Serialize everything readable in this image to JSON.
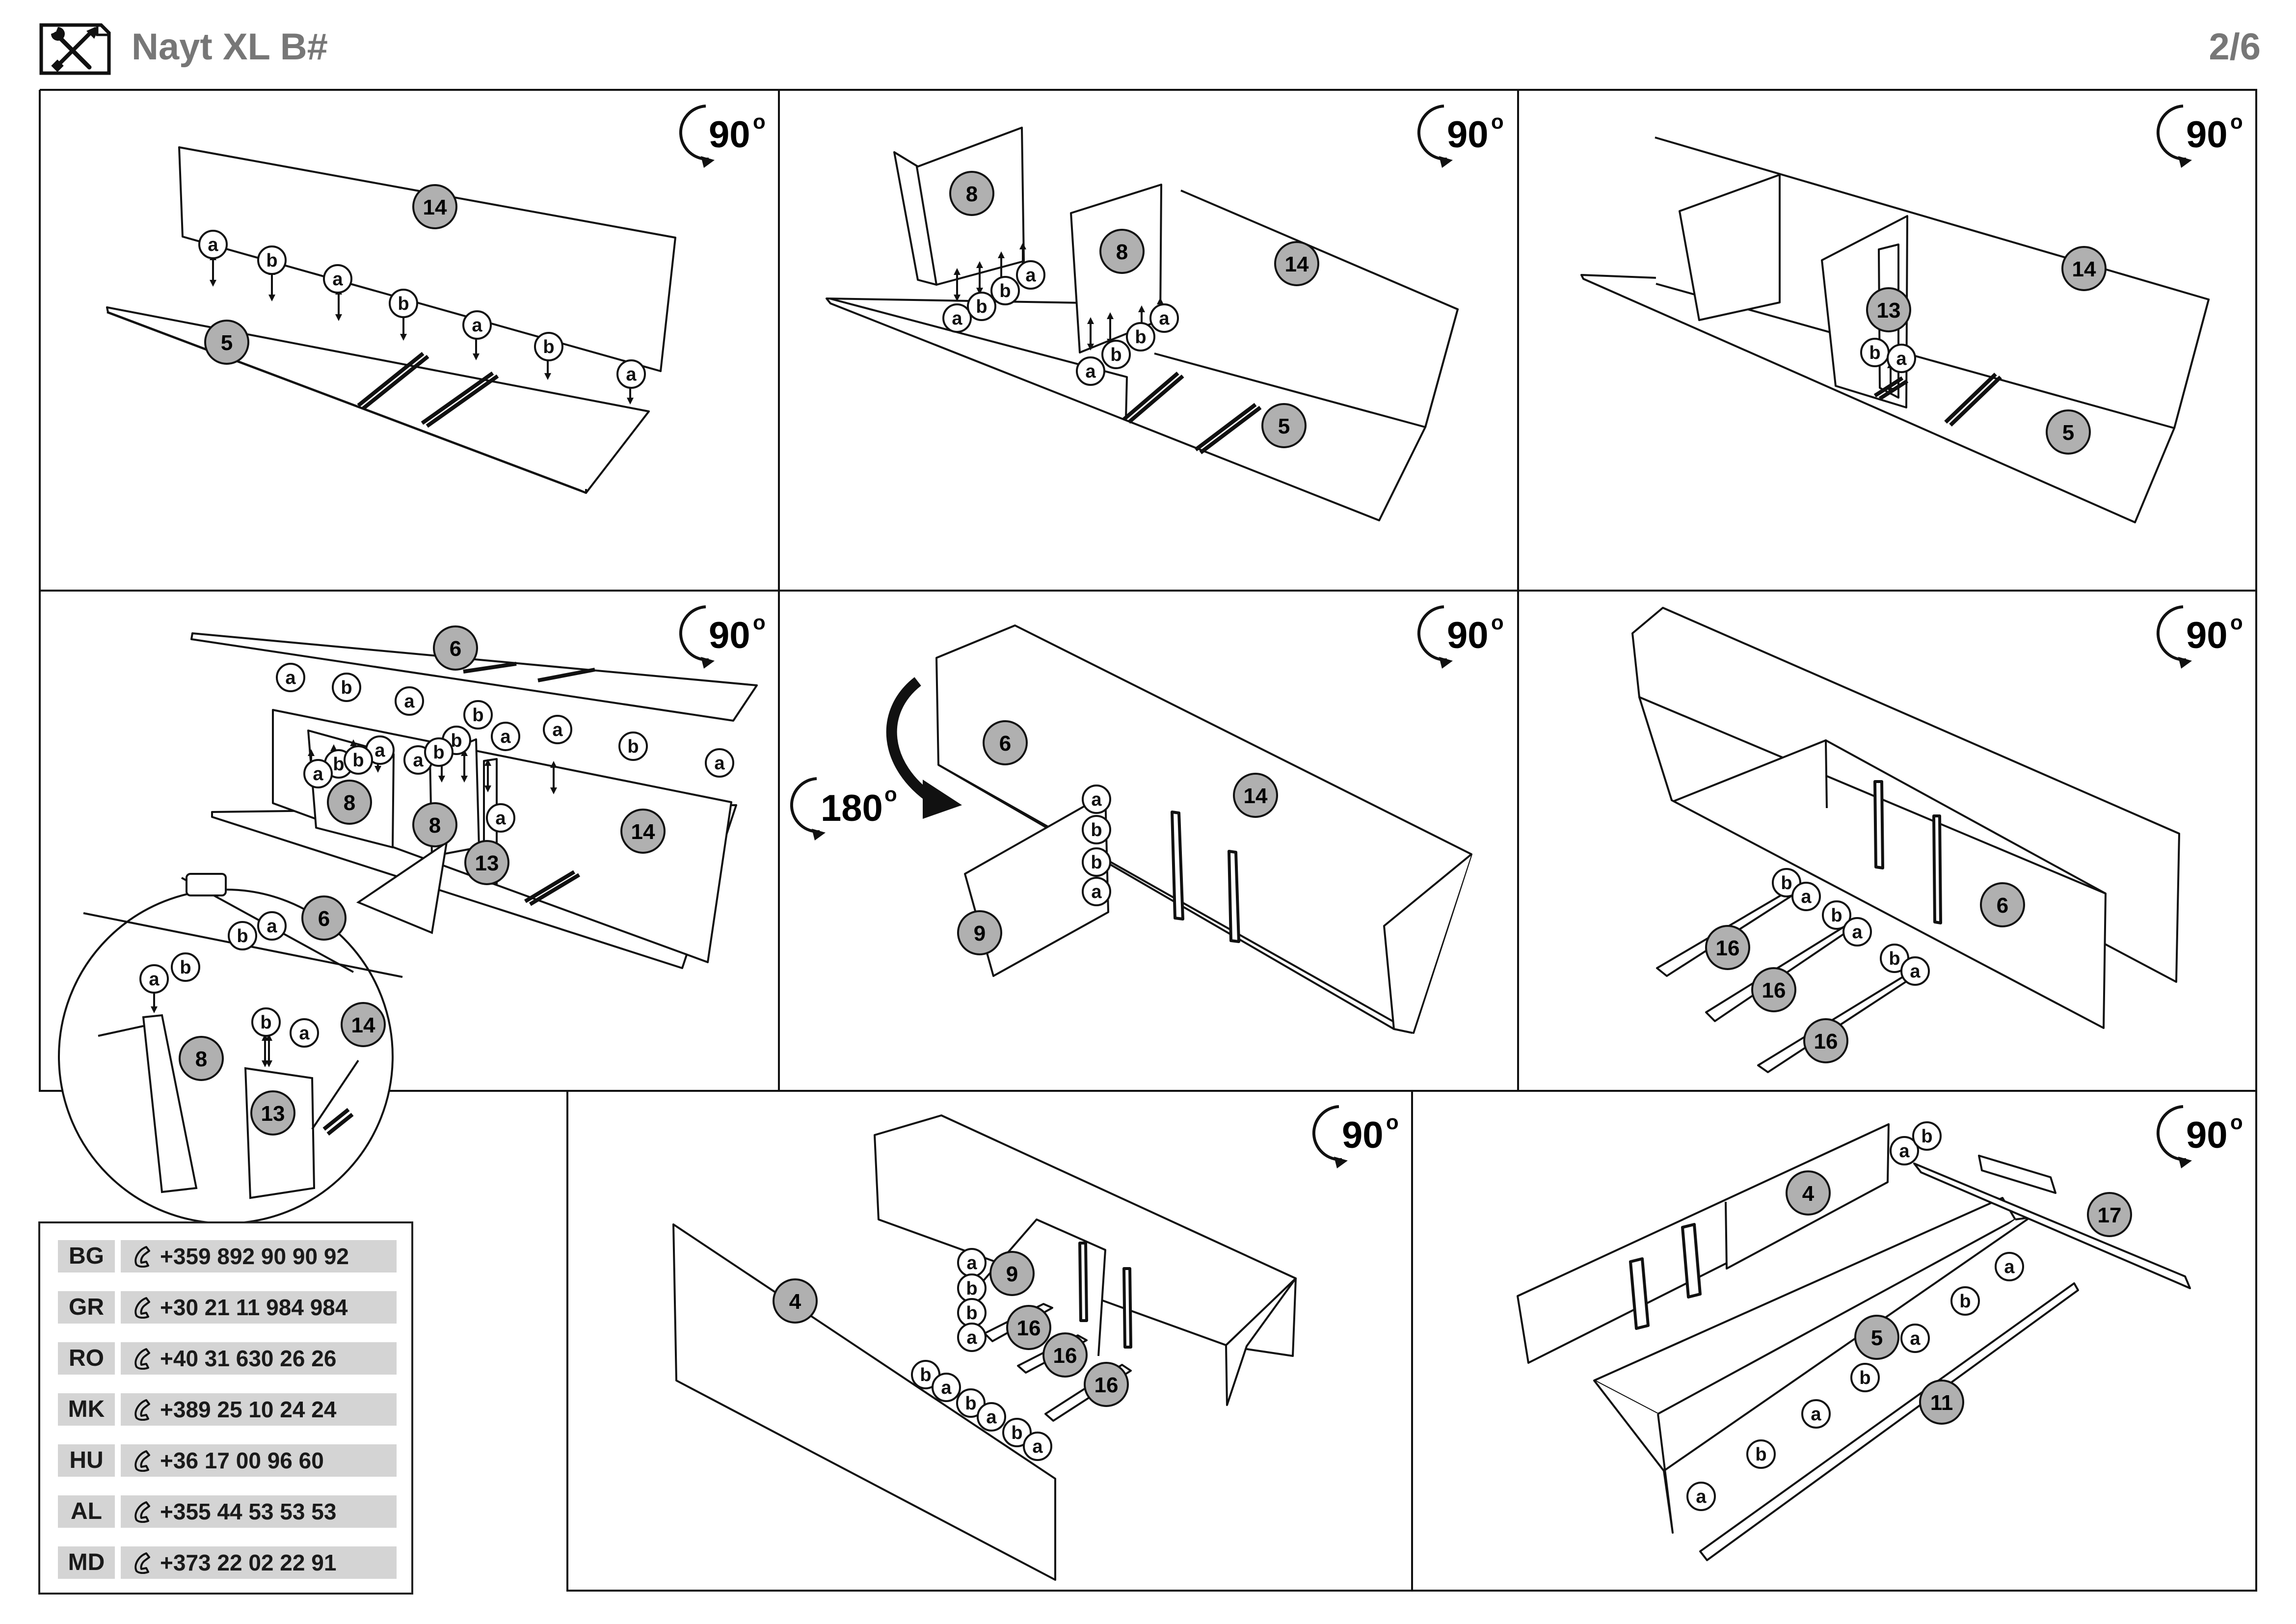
{
  "header": {
    "icon": "tools-icon",
    "title": "Nayt XL B#",
    "page": "2/6"
  },
  "rotate": {
    "r90": "90",
    "r180": "180",
    "deg": "o"
  },
  "steps": {
    "s1": {
      "parts": [
        "14",
        "5"
      ],
      "fasteners": [
        "a",
        "b",
        "a",
        "b",
        "a",
        "b",
        "a"
      ]
    },
    "s2": {
      "parts": [
        "8",
        "8",
        "14",
        "5"
      ],
      "fasteners": [
        "a",
        "b",
        "b",
        "a",
        "a",
        "b",
        "b",
        "a"
      ]
    },
    "s3": {
      "parts": [
        "14",
        "13",
        "5"
      ],
      "fasteners": [
        "b",
        "a"
      ]
    },
    "s4": {
      "parts": [
        "6",
        "8",
        "8",
        "13",
        "14",
        "6",
        "14",
        "8",
        "13"
      ],
      "fasteners": [
        "a",
        "b",
        "a",
        "b",
        "a",
        "a",
        "b",
        "b",
        "a",
        "b",
        "a",
        "a",
        "b",
        "a",
        "b",
        "a",
        "a",
        "b",
        "b",
        "a",
        "b",
        "a"
      ]
    },
    "s5": {
      "parts": [
        "6",
        "14",
        "9"
      ],
      "fasteners": [
        "a",
        "b",
        "b",
        "a"
      ]
    },
    "s6": {
      "parts": [
        "6",
        "16",
        "16",
        "16"
      ],
      "fasteners": [
        "b",
        "a",
        "b",
        "a",
        "b",
        "a"
      ]
    },
    "s7": {
      "parts": [
        "4",
        "9",
        "16",
        "16",
        "16"
      ],
      "fasteners": [
        "a",
        "b",
        "b",
        "a",
        "b",
        "a",
        "b",
        "a",
        "b",
        "a"
      ]
    },
    "s8": {
      "parts": [
        "4",
        "17",
        "5",
        "11"
      ],
      "fasteners": [
        "a",
        "b",
        "a",
        "b",
        "a",
        "b",
        "a",
        "b",
        "a"
      ]
    }
  },
  "contacts": [
    {
      "code": "BG",
      "phone": "+359 892 90 90 92"
    },
    {
      "code": "GR",
      "phone": "+30 21 11 984 984"
    },
    {
      "code": "RO",
      "phone": "+40 31 630 26 26"
    },
    {
      "code": "MK",
      "phone": "+389 25 10 24 24"
    },
    {
      "code": "HU",
      "phone": "+36 17 00 96 60"
    },
    {
      "code": "AL",
      "phone": "+355 44 53 53 53"
    },
    {
      "code": "MD",
      "phone": "+373 22 02 22 91"
    }
  ]
}
